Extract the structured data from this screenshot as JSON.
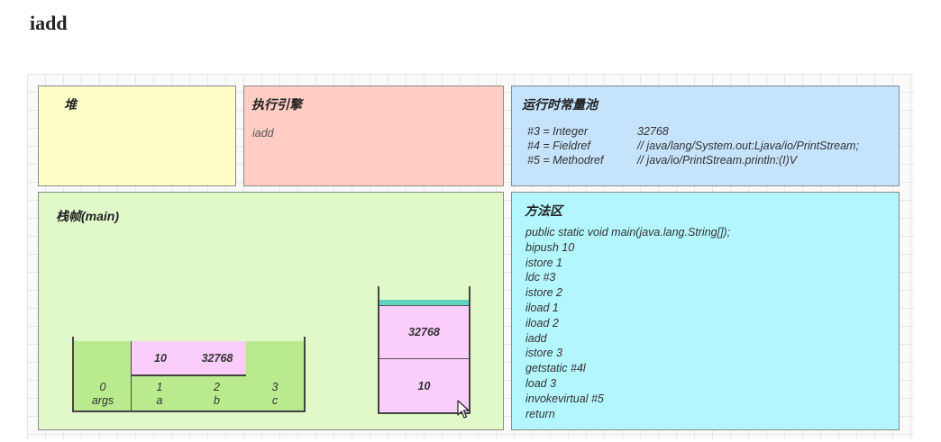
{
  "title": "iadd",
  "heap": {
    "label": "堆"
  },
  "engine": {
    "label": "执行引擎",
    "instruction": "iadd"
  },
  "constant_pool": {
    "label": "运行时常量池",
    "entries": [
      {
        "ref": "#3 = Integer",
        "value": "32768"
      },
      {
        "ref": "#4 = Fieldref",
        "value": "// java/lang/System.out:Ljava/io/PrintStream;"
      },
      {
        "ref": "#5 = Methodref",
        "value": "// java/io/PrintStream.println:(I)V"
      }
    ]
  },
  "stack_frame": {
    "label": "栈帧(main)",
    "local_vars": [
      {
        "index": "0",
        "name": "args",
        "value": ""
      },
      {
        "index": "1",
        "name": "a",
        "value": "10"
      },
      {
        "index": "2",
        "name": "b",
        "value": "32768"
      },
      {
        "index": "3",
        "name": "c",
        "value": ""
      }
    ],
    "operand_stack": [
      "32768",
      "10"
    ]
  },
  "method_area": {
    "label": "方法区",
    "code": [
      "public static void main(java.lang.String[]);",
      "bipush 10",
      "istore 1",
      "ldc #3",
      "istore 2",
      "iload 1",
      "iload 2",
      "iadd",
      "istore 3",
      "getstatic #4l",
      "load 3",
      "invokevirtual #5",
      "return"
    ]
  },
  "colors": {
    "heap": "#fffec7",
    "engine": "#ffcdc4",
    "pool": "#c6e3fc",
    "frame": "#e1f8c9",
    "method": "#b4f6fd",
    "slot_pink": "#fbcdfb",
    "slot_green": "#b9eb8e",
    "stack_top": "#62d3c1"
  }
}
